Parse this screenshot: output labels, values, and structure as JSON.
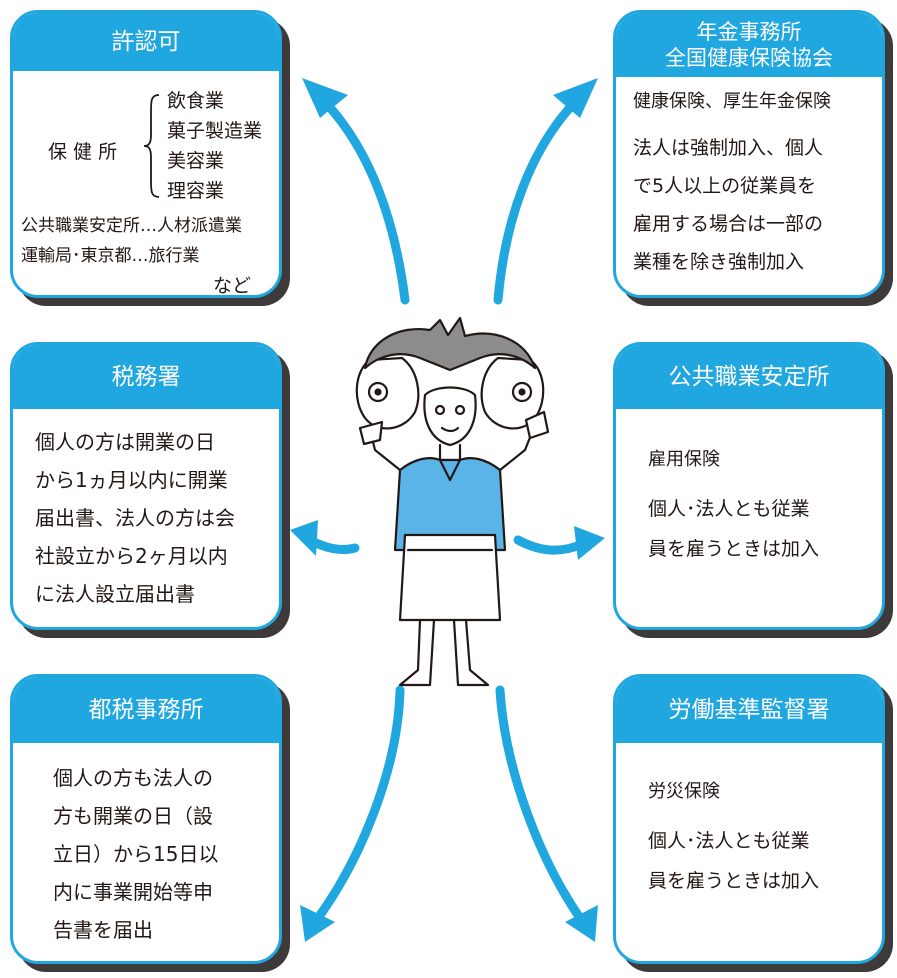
{
  "colors": {
    "accent": "#21a7e0",
    "shadow": "#3e3a39",
    "text": "#231815"
  },
  "icons": {
    "center": "person-figure-icon"
  },
  "cards": {
    "kyoninka": {
      "title": "許認可",
      "hokenjo": "保 健 所",
      "brace_items": [
        "飲食業",
        "菓子製造業",
        "美容業",
        "理容業"
      ],
      "lines": [
        "公共職業安定所…人材派遣業",
        "運輸局･東京都…旅行業"
      ],
      "etc": "など"
    },
    "nenkin": {
      "title_lines": [
        "年金事務所",
        "全国健康保険協会"
      ],
      "insurance": "健康保険、厚生年金保険",
      "lines": [
        "法人は強制加入、個人",
        "で5人以上の従業員を",
        "雇用する場合は一部の",
        "業種を除き強制加入"
      ]
    },
    "zeimusho": {
      "title": "税務署",
      "lines": [
        "個人の方は開業の日",
        "から1ヵ月以内に開業",
        "届出書、法人の方は会",
        "社設立から2ヶ月以内",
        "に法人設立届出書"
      ]
    },
    "shokugyo": {
      "title": "公共職業安定所",
      "insurance": "雇用保険",
      "lines": [
        "個人･法人とも従業",
        "員を雇うときは加入"
      ]
    },
    "tozei": {
      "title": "都税事務所",
      "lines": [
        "個人の方も法人の",
        "方も開業の日（設",
        "立日）から15日以",
        "内に事業開始等申",
        "告書を届出"
      ]
    },
    "roudou": {
      "title": "労働基準監督署",
      "insurance": "労災保険",
      "lines": [
        "個人･法人とも従業",
        "員を雇うときは加入"
      ]
    }
  }
}
